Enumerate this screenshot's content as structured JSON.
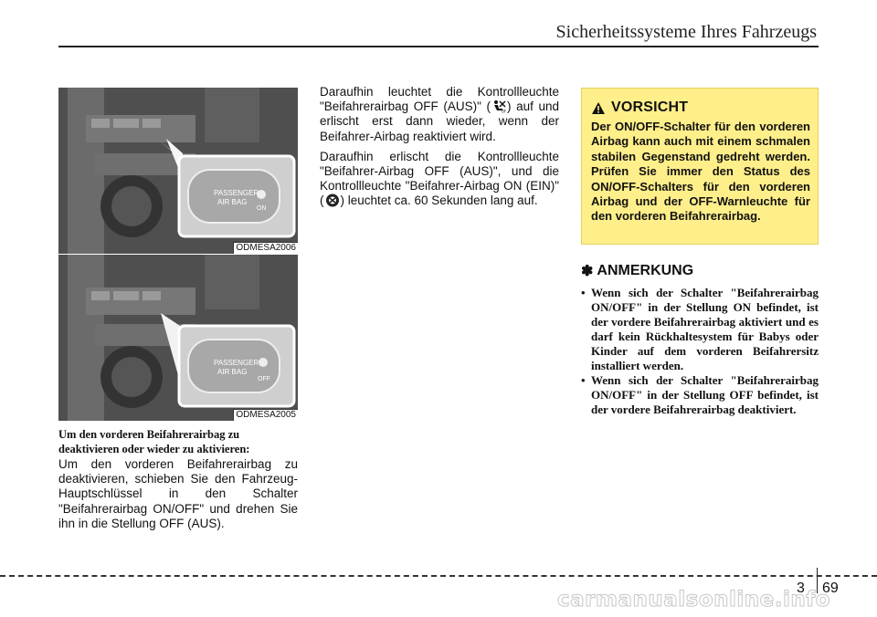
{
  "header": {
    "title": "Sicherheitssysteme Ihres Fahrzeugs"
  },
  "figures": [
    {
      "code": "ODMESA2006",
      "switch_label_line1": "PASSENGER",
      "switch_label_line2": "AIR BAG",
      "switch_state": "ON"
    },
    {
      "code": "ODMESA2005",
      "switch_label_line1": "PASSENGER",
      "switch_label_line2": "AIR BAG",
      "switch_state": "OFF"
    }
  ],
  "caption": "Um den vorderen Beifahrerairbag zu deaktivieren oder wieder zu aktivieren:",
  "col1_para": "Um den vorderen Beifahrerairbag zu deaktivieren, schieben Sie den Fahrzeug-Hauptschlüssel in den Schalter \"Beifahrerairbag ON/OFF\" und drehen Sie ihn in die Stellung OFF (AUS).",
  "col2": {
    "p1_a": "Daraufhin leuchtet die Kontrollleuchte \"Beifahrerairbag OFF (AUS)\" (",
    "p1_b": ") auf und erlischt erst dann wieder, wenn der Beifahrer-Airbag reaktiviert wird.",
    "p2_a": "Daraufhin erlischt die Kontrollleuchte \"Beifahrer-Airbag OFF (AUS)\", und die Kontrollleuchte \"Beifahrer-Airbag ON (EIN)\" (",
    "p2_b": ") leuchtet ca. 60 Sekunden lang auf."
  },
  "caution": {
    "title": "VORSICHT",
    "body": "Der ON/OFF-Schalter für den vorderen Airbag kann auch mit einem schmalen stabilen Gegenstand gedreht werden. Prüfen Sie immer den Status des ON/OFF-Schalters für den vorderen Airbag und der OFF-Warnleuchte für den vorderen Beifahrerairbag."
  },
  "note": {
    "symbol": "✽",
    "title": "ANMERKUNG",
    "items": [
      "Wenn sich der Schalter \"Beifahrerairbag ON/OFF\" in der Stellung ON befindet, ist der vordere Beifahrerairbag aktiviert und es darf kein Rückhaltesystem für Babys oder Kinder auf dem vorderen Beifahrersitz installiert werden.",
      "Wenn sich der Schalter \"Beifahrerairbag ON/OFF\" in der Stellung OFF befindet, ist der vordere Beifahrerairbag deaktiviert."
    ],
    "bullet": "•"
  },
  "footer": {
    "chapter": "3",
    "page": "69"
  },
  "watermark": "carmanualsonline.info",
  "colors": {
    "caution_bg": "#ffef8a",
    "rule": "#222222"
  }
}
